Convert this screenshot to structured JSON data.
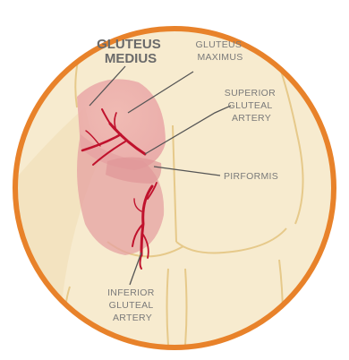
{
  "colors": {
    "ring": "#e8822a",
    "skin": "#f6e8c9",
    "skin_shadow": "#efd9b0",
    "outline": "#e6c98a",
    "muscle": "#e9a3a3",
    "artery": "#c0122d"
  },
  "labels": {
    "gluteus_medius": [
      "GLUTEUS",
      "MEDIUS"
    ],
    "gluteus_maximus": [
      "GLUTEUS",
      "MAXIMUS"
    ],
    "superior_gluteal_artery": [
      "SUPERIOR",
      "GLUTEAL",
      "ARTERY"
    ],
    "piriformis": [
      "PIRFORMIS"
    ],
    "inferior_gluteal_artery": [
      "INFERIOR",
      "GLUTEAL",
      "ARTERY"
    ]
  }
}
